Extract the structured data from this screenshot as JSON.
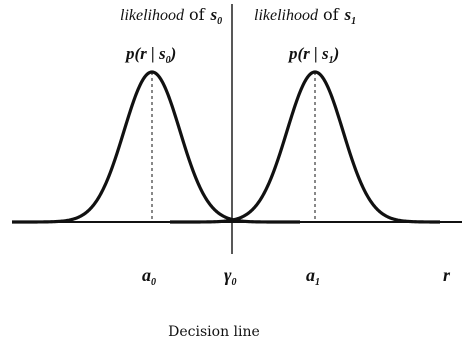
{
  "header": {
    "left_likelihood_word": "likelihood",
    "left_of": "of",
    "left_symbol": "s",
    "left_subscript": "0",
    "right_likelihood_word": "likelihood",
    "right_of": "of",
    "right_symbol": "s",
    "right_subscript": "1"
  },
  "curve_labels": {
    "left": {
      "prefix": "p(r | s",
      "subscript": "0",
      "suffix": ")"
    },
    "right": {
      "prefix": "p(r | s",
      "subscript": "1",
      "suffix": ")"
    }
  },
  "axis_labels": {
    "a0": {
      "symbol": "a",
      "subscript": "0"
    },
    "gamma0": {
      "symbol": "γ",
      "subscript": "0"
    },
    "a1": {
      "symbol": "a",
      "subscript": "1"
    },
    "r": "r"
  },
  "caption": "Decision line",
  "colors": {
    "ink": "#111111",
    "background": "#ffffff"
  }
}
